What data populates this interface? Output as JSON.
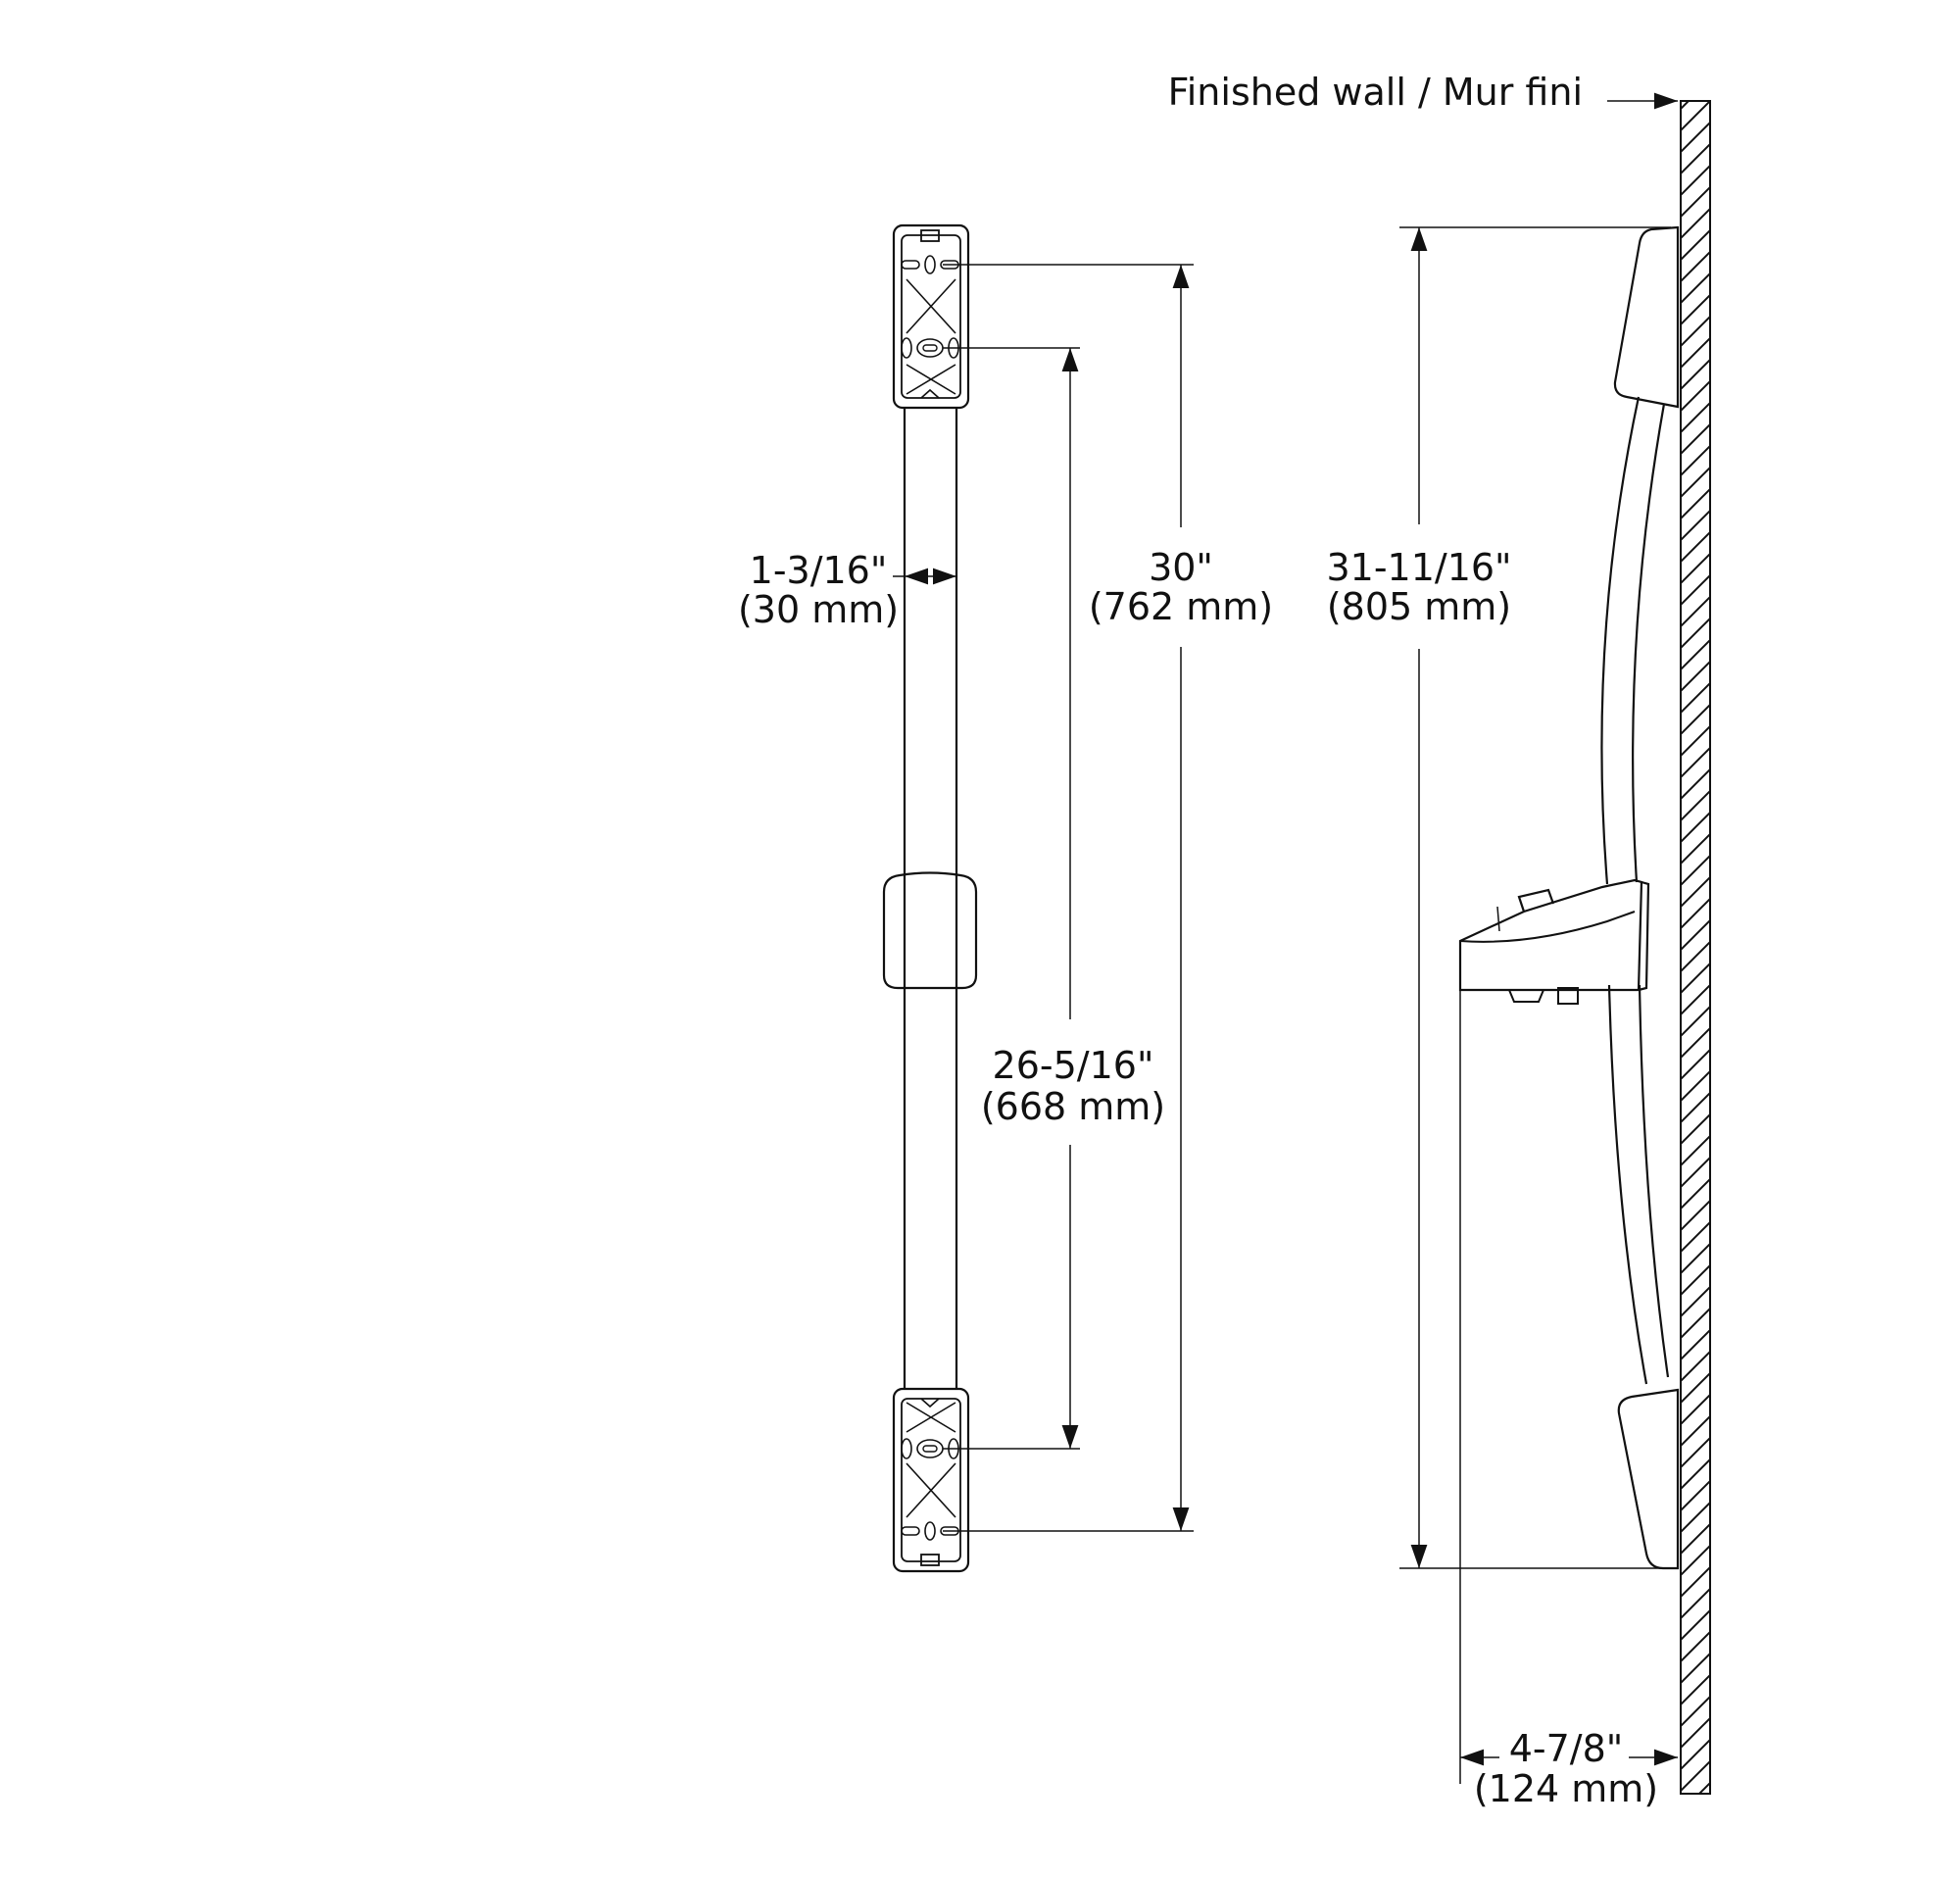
{
  "labels": {
    "finished_wall": "Finished wall / Mur fini"
  },
  "dimensions": {
    "bar_width": {
      "imperial": "1-3/16\"",
      "metric": "(30 mm)"
    },
    "outer_holes": {
      "imperial": "30\"",
      "metric": "(762 mm)"
    },
    "inner_holes": {
      "imperial": "26-5/16\"",
      "metric": "(668 mm)"
    },
    "overall_height": {
      "imperial": "31-11/16\"",
      "metric": "(805 mm)"
    },
    "projection": {
      "imperial": "4-7/8\"",
      "metric": "(124 mm)"
    }
  }
}
